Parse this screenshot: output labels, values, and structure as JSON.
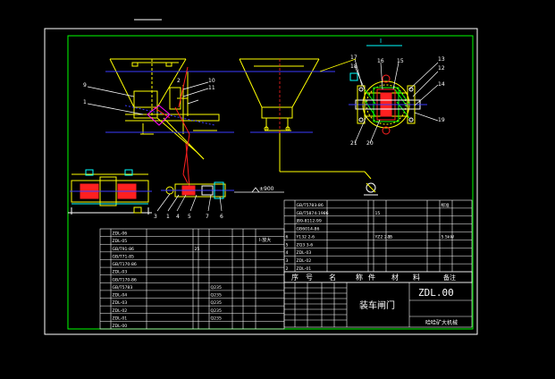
{
  "drawing": {
    "title_cn": "装车闸门",
    "drawing_no": "ZDL.00",
    "company": "哈哈矿大机械",
    "elevation": "±900",
    "section_mark": "I",
    "detail_label": "I-放大",
    "colors": {
      "background": "#000000",
      "frame": "#ffffff",
      "border_inner": "#00ff00",
      "structure": "#ffff00",
      "hidden_line": "#ff0000",
      "center_line": "#3b3bff",
      "dimension": "#00ffff",
      "part_red": "#ff2020",
      "magenta": "#ff00ff"
    }
  },
  "callouts_left": [
    "9",
    "1",
    "2",
    "10",
    "11"
  ],
  "callouts_detail": [
    "12",
    "13",
    "14",
    "15",
    "16",
    "17",
    "18",
    "19",
    "20",
    "21"
  ],
  "callouts_bottom": [
    "3",
    "1",
    "4",
    "5",
    "7",
    "6"
  ],
  "bom_right": {
    "rows": [
      [
        "",
        "GB/T5783-86",
        "",
        "",
        "",
        "",
        "",
        "标准"
      ],
      [
        "",
        "GB/T5874-1986",
        "",
        "",
        "15",
        "",
        "",
        ""
      ],
      [
        "",
        "JB9-8112-99",
        "",
        "",
        "",
        "",
        "",
        ""
      ],
      [
        "",
        "GB6014-86",
        "",
        "",
        "",
        "",
        "",
        ""
      ],
      [
        "6",
        "Y132 2-6",
        "",
        "",
        "YZ2 2-6",
        "15",
        "",
        "5.5kW"
      ],
      [
        "5",
        "ZQ3 3-6",
        "",
        "",
        "",
        "",
        "",
        ""
      ],
      [
        "4",
        "ZDL-03",
        "",
        "",
        "",
        "",
        "",
        ""
      ],
      [
        "3",
        "ZDL-02",
        "",
        "",
        "",
        "",
        "",
        ""
      ],
      [
        "2",
        "ZDL-01",
        "",
        "",
        "",
        "",
        "",
        ""
      ]
    ],
    "header": [
      "序",
      "号",
      "名",
      "称",
      "件",
      "材",
      "料",
      "备注"
    ]
  },
  "bom_left": {
    "rows": [
      [
        "",
        "ZDL-06",
        "",
        "",
        ""
      ],
      [
        "",
        "ZDL-05",
        "",
        "",
        ""
      ],
      [
        "",
        "GB/T91-86",
        "",
        "25",
        ""
      ],
      [
        "",
        "GB/T71-85",
        "",
        "",
        ""
      ],
      [
        "",
        "GB/T170-86",
        "",
        "",
        ""
      ],
      [
        "",
        "ZDL-03",
        "",
        "",
        ""
      ],
      [
        "",
        "GB/T170-86",
        "",
        "",
        ""
      ],
      [
        "",
        "GB/T5783",
        "",
        "",
        "Q235"
      ],
      [
        "",
        "ZDL-04",
        "",
        "",
        "Q235"
      ],
      [
        "",
        "ZDL-03",
        "",
        "",
        "Q235"
      ],
      [
        "",
        "ZDL-02",
        "",
        "",
        "Q235"
      ],
      [
        "",
        "ZDL-01",
        "",
        "",
        "Q235"
      ],
      [
        "",
        "ZDL-00",
        "",
        "",
        ""
      ]
    ]
  }
}
